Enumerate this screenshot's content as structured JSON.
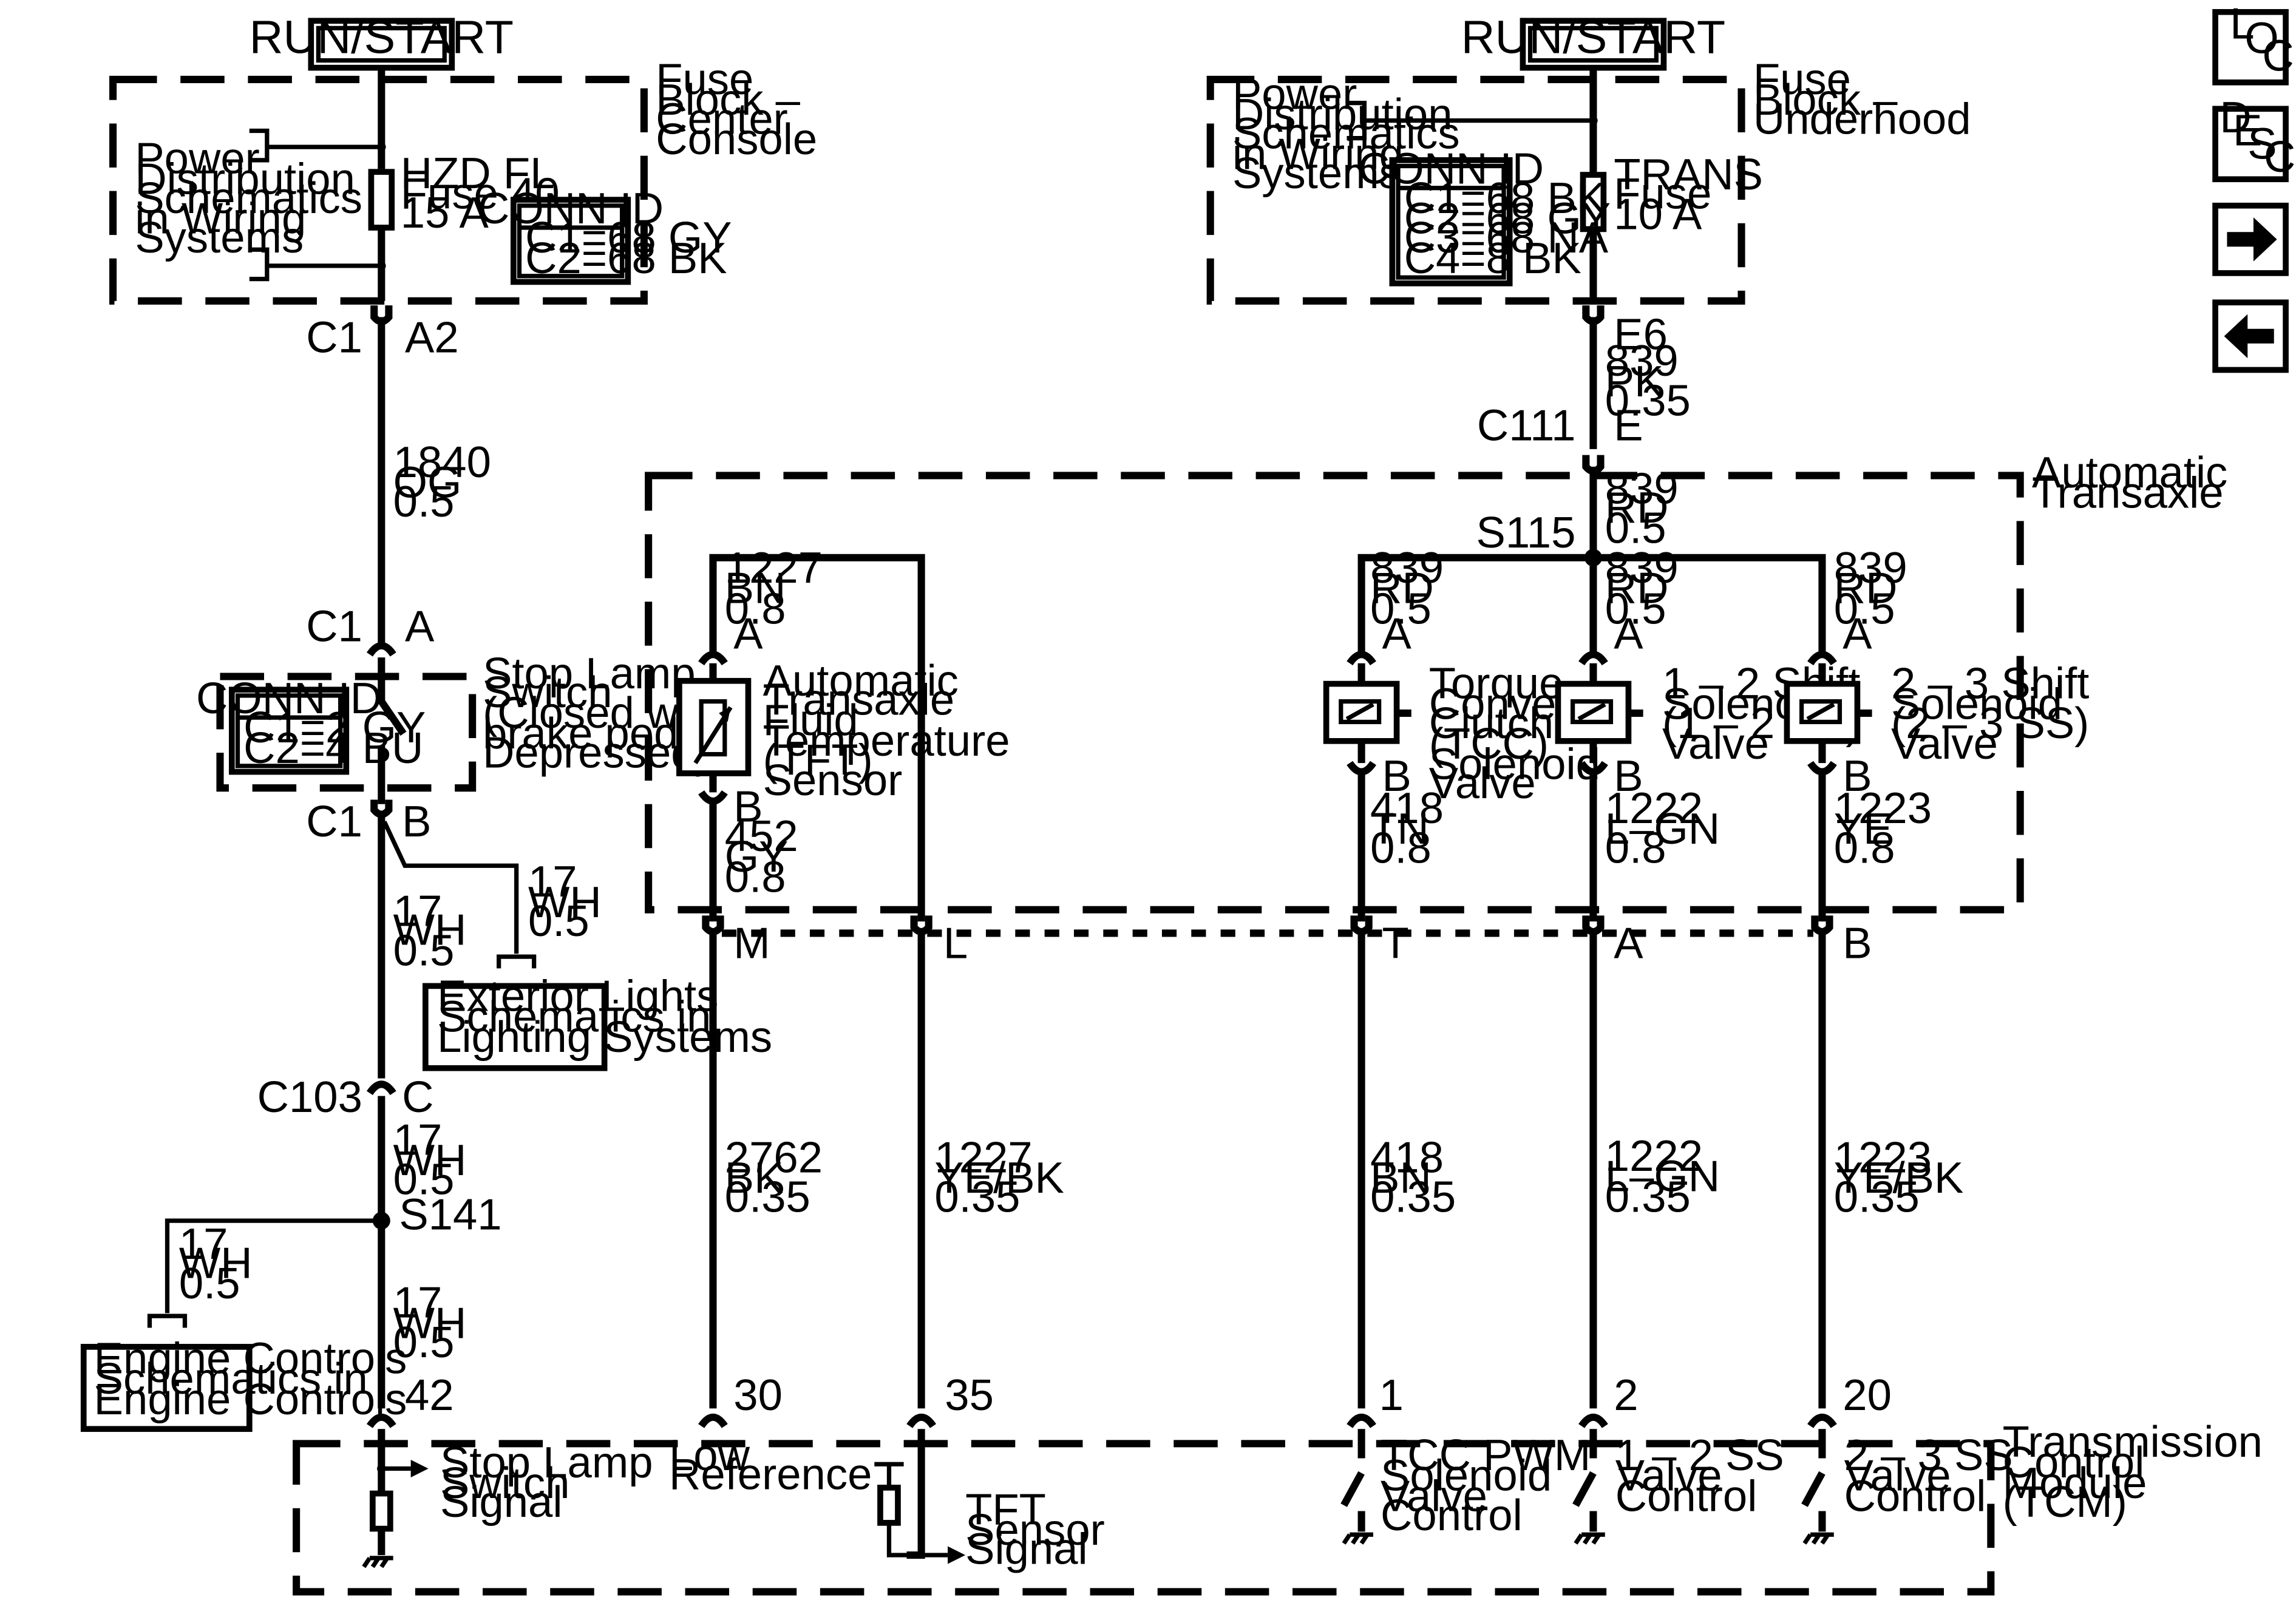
{
  "power": {
    "left_run": "RUN/START",
    "right_run": "RUN/START"
  },
  "fuse_left": {
    "box_label": [
      "Fuse",
      "Block –",
      "Center",
      "Console"
    ],
    "power_ref": [
      "Power",
      "Distribution",
      "Schematics",
      "in Wiring",
      "Systems"
    ],
    "fuse": [
      "HZD FL",
      "Fuse 40",
      "15 A"
    ],
    "conn_title": "CONN ID",
    "conn": [
      "C1=68 GY",
      "C2=68 BK"
    ]
  },
  "fuse_right": {
    "box_label": [
      "Fuse",
      "Block –",
      "Underhood"
    ],
    "power_ref": [
      "Power",
      "Distribution",
      "Schematics",
      "in Wiring",
      "Systems"
    ],
    "fuse": [
      "TRANS",
      "Fuse",
      "10 A"
    ],
    "conn_title": "CONN ID",
    "conn": [
      "C1=68 BK",
      "C2=68 GY",
      "C3=68 NA",
      "C4=8 BK"
    ]
  },
  "left_circuit": {
    "c1_a2": [
      "C1",
      "A2"
    ],
    "wire_og": [
      "1840",
      "OG",
      "0.5"
    ],
    "c1_a": [
      "C1",
      "A"
    ],
    "switch_label": [
      "Stop Lamp",
      "Switch",
      "(Closed with",
      "brake pedal",
      "Depressed)"
    ],
    "switch_conn_title": "CONN ID",
    "switch_conn": [
      "C1=2 GY",
      "C2=4 BU"
    ],
    "c1_b": [
      "C1",
      "B"
    ],
    "wire_wh1": [
      "17",
      "WH",
      "0.5"
    ],
    "wire_wh_ext": [
      "17",
      "WH",
      "0.5"
    ],
    "exterior_ref": [
      "Exterior Lights",
      "Schematics in",
      "Lighting Systems"
    ],
    "c103_c": [
      "C103",
      "C"
    ],
    "wire_wh2": [
      "17",
      "WH",
      "0.5"
    ],
    "splice": "S141",
    "wire_wh_eng": [
      "17",
      "WH",
      "0.5"
    ],
    "engine_ref": [
      "Engine Controls",
      "Schematics in",
      "Engine Controls"
    ],
    "wire_wh3": [
      "17",
      "WH",
      "0.5"
    ],
    "pin": "42",
    "tcm_signal": [
      "Stop Lamp",
      "Switch",
      "Signal"
    ]
  },
  "right_feed": {
    "e6": "E6",
    "wire_pk": [
      "839",
      "PK",
      "0.35"
    ],
    "c111_e": [
      "C111",
      "E"
    ],
    "transaxle_label": [
      "Automatic",
      "Transaxle"
    ],
    "wire_rd": [
      "839",
      "RD",
      "0.5"
    ],
    "splice": "S115"
  },
  "sensor": {
    "wire_bn": [
      "1227",
      "BN",
      "0.8"
    ],
    "pin_a": "A",
    "label": [
      "Automatic",
      "Transaxle",
      "Fluid",
      "Temperature",
      "(TFT)",
      "Sensor"
    ],
    "pin_b": "B",
    "wire_gy": [
      "452",
      "GY",
      "0.8"
    ]
  },
  "solenoids": [
    {
      "wire_in": [
        "839",
        "RD",
        "0.5"
      ],
      "pin_a": "A",
      "label": [
        "Torque",
        "Converter",
        "Clutch",
        "(TCC)",
        "Solenoid",
        "Valve"
      ],
      "pin_b": "B",
      "wire_out": [
        "418",
        "TN",
        "0.8"
      ]
    },
    {
      "wire_in": [
        "839",
        "RD",
        "0.5"
      ],
      "pin_a": "A",
      "label": [
        "1 – 2 Shift",
        "Solenoid",
        "(1 – 2 SS)",
        "Valve"
      ],
      "pin_b": "B",
      "wire_out": [
        "1222",
        "L–GN",
        "0.8"
      ]
    },
    {
      "wire_in": [
        "839",
        "RD",
        "0.5"
      ],
      "pin_a": "A",
      "label": [
        "2 – 3 Shift",
        "Solenoid",
        "(2 – 3 SS)",
        "Valve"
      ],
      "pin_b": "B",
      "wire_out": [
        "1223",
        "YE",
        "0.8"
      ]
    }
  ],
  "harness_pins": [
    "M",
    "L",
    "T",
    "A",
    "B"
  ],
  "tcm_wires": [
    [
      "2762",
      "BK",
      "0.35"
    ],
    [
      "1227",
      "YE/BK",
      "0.35"
    ],
    [
      "418",
      "BN",
      "0.35"
    ],
    [
      "1222",
      "L–GN",
      "0.35"
    ],
    [
      "1223",
      "YE/BK",
      "0.35"
    ]
  ],
  "tcm_pins": [
    "30",
    "35",
    "1",
    "2",
    "20"
  ],
  "tcm": {
    "label": [
      "Transmission",
      "Control",
      "Module",
      "(TCM)"
    ],
    "low_ref": [
      "Low",
      "Reference"
    ],
    "tft_signal": [
      "TFT",
      "Sensor",
      "Signal"
    ],
    "tcc_ctrl": [
      "TCC PWM",
      "Solenoid",
      "Valve",
      "Control"
    ],
    "ss12_ctrl": [
      "1 – 2 SS",
      "Valve",
      "Control"
    ],
    "ss23_ctrl": [
      "2 – 3 SS",
      "Valve",
      "Control"
    ]
  },
  "nav": {
    "loc": [
      "L",
      "O",
      "C"
    ],
    "desc": [
      "D",
      "E",
      "S",
      "C"
    ],
    "next_icon": "right-arrow",
    "prev_icon": "left-arrow"
  }
}
